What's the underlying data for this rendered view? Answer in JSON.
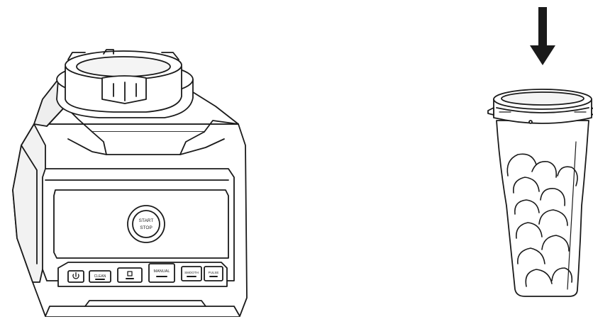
{
  "figure": {
    "stroke_color": "#1a1a1a",
    "fill_color": "#ffffff",
    "shade_color": "#e9e9e9"
  },
  "blender_base": {
    "main_button": {
      "line1": "START",
      "line2": "STOP",
      "icon": "start-stop-dial"
    },
    "control_buttons": [
      {
        "id": "power",
        "label": "",
        "icon": "power-icon"
      },
      {
        "id": "clean",
        "label": "CLEAN",
        "icon": ""
      },
      {
        "id": "pulse-icon",
        "label": "",
        "icon": "pulse-icon"
      },
      {
        "id": "manual",
        "label": "MANUAL",
        "icon": ""
      },
      {
        "id": "smooth",
        "label": "SMOOTH",
        "icon": ""
      },
      {
        "id": "pulse",
        "label": "PULSE",
        "icon": ""
      }
    ]
  },
  "cup": {
    "contents": "ice-cubes"
  },
  "arrow": {
    "direction": "down",
    "icon": "down-arrow-icon"
  }
}
